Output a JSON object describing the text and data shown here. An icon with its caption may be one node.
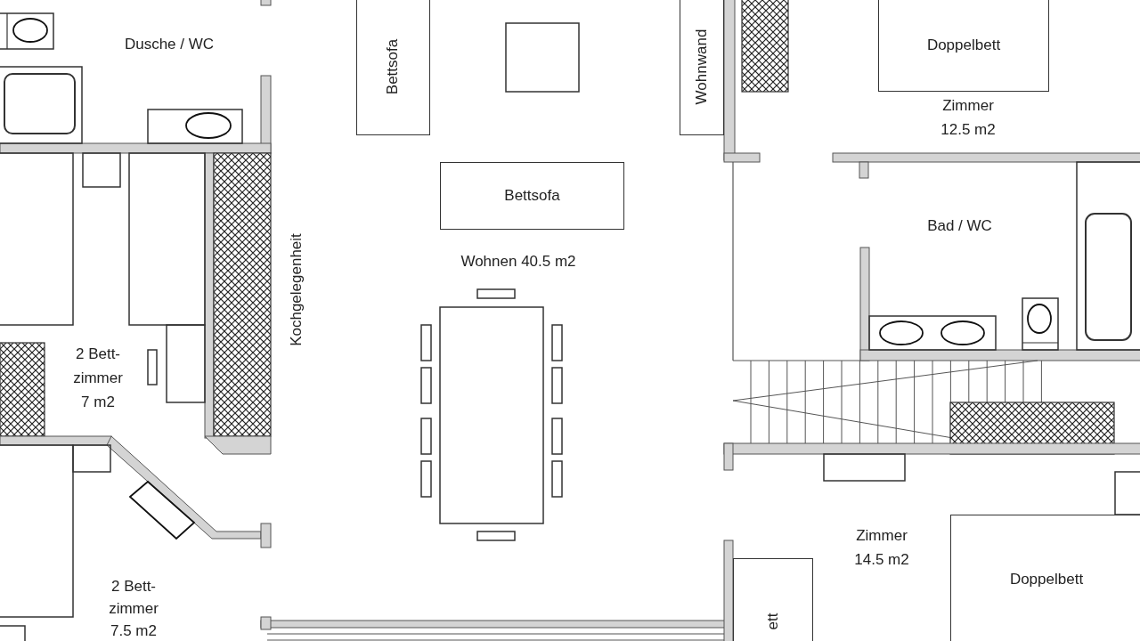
{
  "diagram": {
    "nodes": [
      {
        "text": [
          "Bettsofa"
        ]
      },
      {
        "text": [
          "Wohnwand"
        ]
      },
      {
        "text": [
          "Doppelbett"
        ]
      },
      {
        "text": [
          "Bettsofa"
        ]
      },
      {
        "text": [
          "Doppelbett"
        ]
      },
      {
        "text": [
          "ett"
        ]
      }
    ],
    "labels": [
      "Dusche / WC",
      "Zimmer 12.5 m2",
      "Bad / WC",
      "Kochgelegenheit",
      "Wohnen 40.5 m2",
      "2 Bett- zimmer 7 m2",
      "Zimmer 14.5 m2",
      "2 Bett- zimmer 7.5 m2"
    ]
  }
}
